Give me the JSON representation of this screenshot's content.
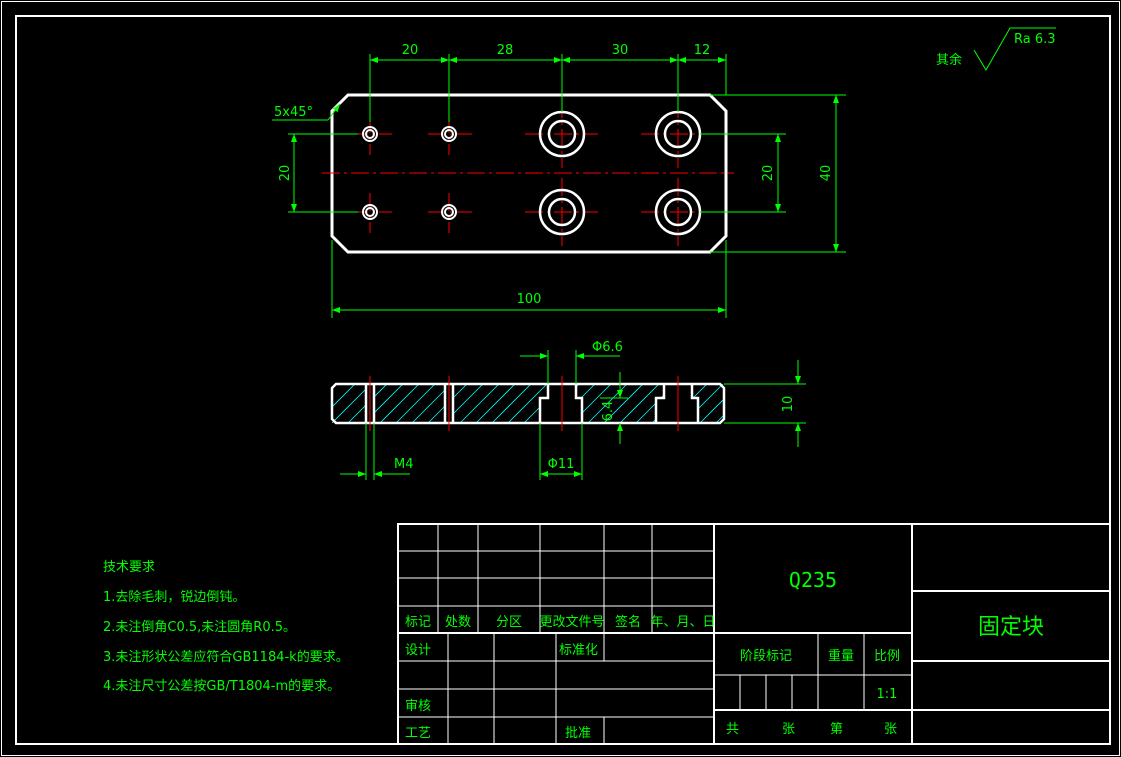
{
  "surface_finish": {
    "prefix": "其余",
    "value": "Ra 6.3"
  },
  "dimensions": {
    "top": [
      "20",
      "28",
      "30",
      "12"
    ],
    "chamfer": "5x45°",
    "left_spacing": "20",
    "right_spacing": "20",
    "height": "40",
    "length": "100",
    "hole_diameter": "Φ6.6",
    "thread": "M4",
    "counterbore_diameter": "Φ11",
    "counterbore_depth": "6.4",
    "thickness": "10"
  },
  "tech_requirements": {
    "title": "技术要求",
    "items": [
      "1.去除毛刺，锐边倒钝。",
      "2.未注倒角C0.5,未注圆角R0.5。",
      "3.未注形状公差应符合GB1184-k的要求。",
      "4.未注尺寸公差按GB/T1804-m的要求。"
    ]
  },
  "title_block": {
    "headers": [
      "标记",
      "处数",
      "分区",
      "更改文件号",
      "签名",
      "年、月、日"
    ],
    "design": "设计",
    "standardize": "标准化",
    "review": "审核",
    "process": "工艺",
    "approve": "批准",
    "material": "Q235",
    "stage_mark": "阶段标记",
    "weight": "重量",
    "scale_label": "比例",
    "scale": "1:1",
    "part_name": "固定块",
    "sheet_total": "共",
    "sheet_unit1": "张",
    "sheet_num": "第",
    "sheet_unit2": "张"
  },
  "colors": {
    "outline": "#ffffff",
    "dimension": "#00ff00",
    "center": "#ff0000",
    "hatch": "#00ffff"
  }
}
